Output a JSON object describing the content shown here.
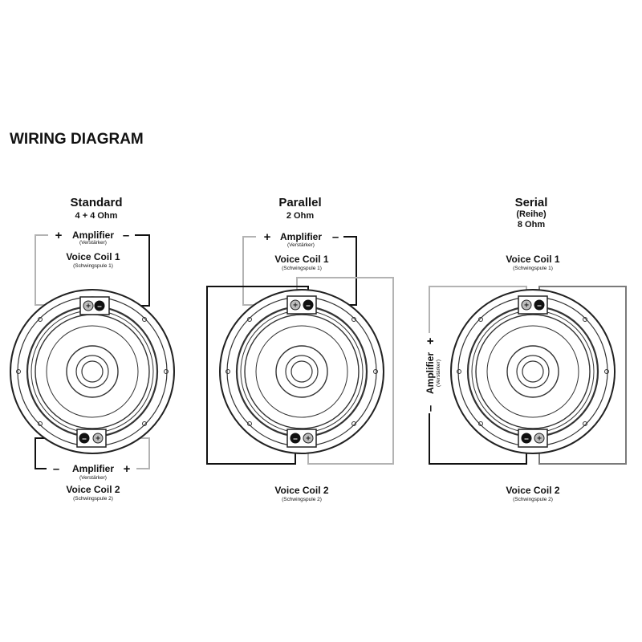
{
  "title": "WIRING DIAGRAM",
  "diagrams": [
    {
      "heading": "Standard",
      "sub1": "4 + 4 Ohm",
      "sub2": "",
      "amp_top": {
        "label": "Amplifier",
        "sub": "(Verstärker)",
        "left_sign": "+",
        "right_sign": "–"
      },
      "amp_bottom": {
        "label": "Amplifier",
        "sub": "(Verstärker)",
        "left_sign": "–",
        "right_sign": "+"
      },
      "coil1": {
        "label": "Voice Coil 1",
        "sub": "(Schwingspule 1)"
      },
      "coil2": {
        "label": "Voice Coil 2",
        "sub": "(Schwingspule 2)"
      }
    },
    {
      "heading": "Parallel",
      "sub1": "2 Ohm",
      "sub2": "",
      "amp_top": {
        "label": "Amplifier",
        "sub": "(Verstärker)",
        "left_sign": "+",
        "right_sign": "–"
      },
      "coil1": {
        "label": "Voice Coil 1",
        "sub": "(Schwingspule 1)"
      },
      "coil2": {
        "label": "Voice Coil 2",
        "sub": "(Schwingspule 2)"
      }
    },
    {
      "heading": "Serial",
      "sub1": "(Reihe)",
      "sub2": "8 Ohm",
      "amp_side": {
        "label": "Amplifier",
        "sub": "(Verstärker)",
        "top_sign": "+",
        "bottom_sign": "–"
      },
      "coil1": {
        "label": "Voice Coil 1",
        "sub": "(Schwingspule 1)"
      },
      "coil2": {
        "label": "Voice Coil 2",
        "sub": "(Schwingspule 2)"
      }
    }
  ],
  "terminal_symbols": {
    "plus": "+",
    "minus": "–"
  },
  "colors": {
    "positive_wire": "#b3b3b3",
    "negative_wire": "#111111",
    "series_link": "#7a7a7a"
  }
}
